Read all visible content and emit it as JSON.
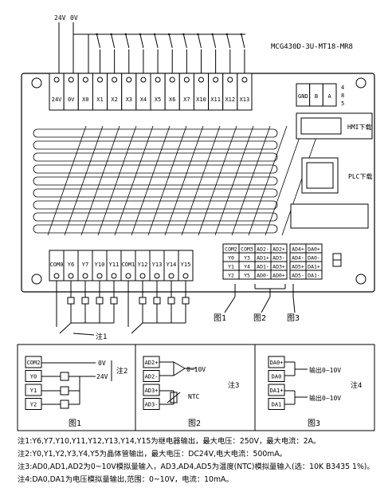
{
  "model": "MCG430D-3U-MT18-MR8",
  "top_terminals": [
    "24V",
    "0V",
    "X0",
    "X1",
    "X2",
    "X3",
    "X4",
    "X5",
    "X6",
    "X7",
    "X10",
    "X11",
    "X12",
    "X13"
  ],
  "supply_labels": [
    "24V",
    "0V"
  ],
  "comm_terminals": [
    "GND",
    "B",
    "A"
  ],
  "comm_side_labels": [
    "4",
    "8",
    "5"
  ],
  "hmi_label": "HMI下载",
  "plc_label": "PLC下载",
  "output_terminals": [
    "COM0",
    "Y6",
    "Y7",
    "Y10",
    "Y11",
    "COM1",
    "Y12",
    "Y13",
    "Y14",
    "Y15"
  ],
  "io_block_1": {
    "rows": [
      [
        "COM2",
        "COM3"
      ],
      [
        "Y0",
        "Y3"
      ],
      [
        "Y1",
        "Y4"
      ],
      [
        "Y2",
        "Y5"
      ]
    ]
  },
  "io_block_2": {
    "rows": [
      [
        "AD2-",
        "AD2+"
      ],
      [
        "AD1+",
        "AD3-"
      ],
      [
        "AD1-",
        "AD3+"
      ],
      [
        "AD0-",
        "AD0+"
      ]
    ]
  },
  "io_block_3": {
    "rows": [
      [
        "AD4+",
        "DA0+"
      ],
      [
        "AD4-",
        "DA0-"
      ],
      [
        "AD5+",
        "DA1+"
      ],
      [
        "AD5-",
        "DA1-"
      ]
    ]
  },
  "block_labels": [
    "图1",
    "图2",
    "图3"
  ],
  "note_marker_1": "注1",
  "fig1": {
    "terminals": [
      "COM2",
      "Y0",
      "Y1",
      "Y2"
    ],
    "supply": [
      "0V",
      "24V"
    ],
    "note": "注2",
    "caption": "图1"
  },
  "fig2": {
    "terminals": [
      "AD2+",
      "AD2-",
      "AD3+",
      "AD3-"
    ],
    "sensor_labels": [
      "0~10V",
      "NTC"
    ],
    "note": "注3",
    "caption": "图2"
  },
  "fig3": {
    "terminals": [
      "DA0+",
      "DA0",
      "DA1+",
      "DA1"
    ],
    "output_labels": [
      "输出0~10V",
      "输出0~10V"
    ],
    "note": "注4",
    "caption": "图3"
  },
  "notes": [
    "注1:Y6,Y7,Y10,Y11,Y12,Y13,Y14,Y15为继电器输出，最大电压：250V，最大电流：2A。",
    "注2:Y0,Y1,Y2,Y3,Y4,Y5为晶体管输出，最大电压：DC24V,电大电流：500mA。",
    "注3:AD0,AD1,AD2为0~10V模拟量输入，AD3,AD4,AD5为温度(NTC)模拟量输入(选：10K B3435 1%)。",
    "注4:DA0,DA1为电压模拟量输出,范围：0~10V，电流：10mA。"
  ]
}
